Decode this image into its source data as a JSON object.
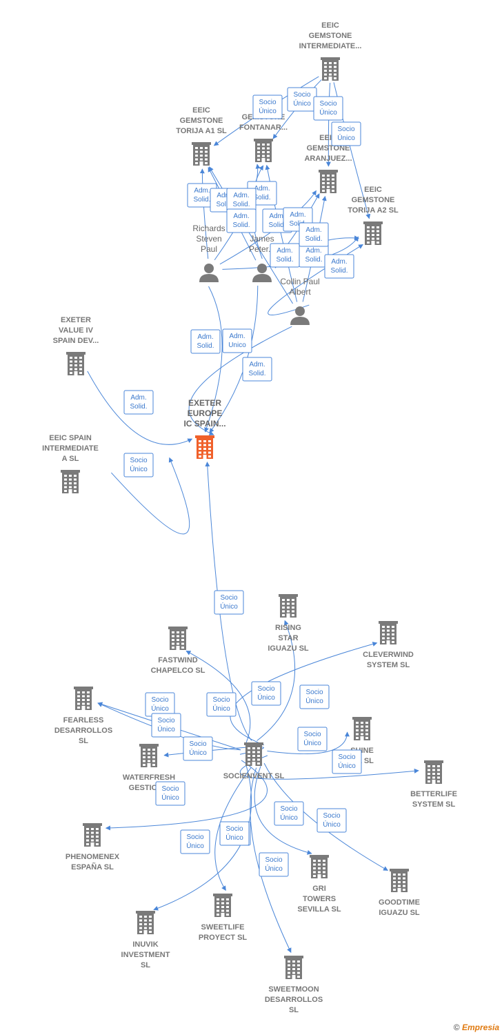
{
  "colors": {
    "edge": "#4a86d8",
    "company": "#7a7a7a",
    "main_company": "#f0602a",
    "person": "#7a7a7a"
  },
  "nodes": [
    {
      "id": "exeter_europe",
      "type": "company",
      "main": true,
      "label": [
        "EXETER",
        "EUROPE",
        "IC SPAIN..."
      ]
    },
    {
      "id": "eeic_int",
      "type": "company",
      "label": [
        "EEIC",
        "GEMSTONE",
        "INTERMEDIATE..."
      ]
    },
    {
      "id": "torija_a1",
      "type": "company",
      "label": [
        "EEIC",
        "GEMSTONE",
        "TORIJA A1  SL"
      ]
    },
    {
      "id": "fontanar",
      "type": "company",
      "label": [
        "EEIC",
        "GEMSTONE",
        "FONTANAR..."
      ]
    },
    {
      "id": "aranjuez",
      "type": "company",
      "label": [
        "EEIC",
        "GEMSTONE",
        "ARANJUEZ..."
      ]
    },
    {
      "id": "torija_a2",
      "type": "company",
      "label": [
        "EEIC",
        "GEMSTONE",
        "TORIJA A2  SL"
      ]
    },
    {
      "id": "richards",
      "type": "person",
      "label": [
        "Richards",
        "Steven",
        "Paul"
      ]
    },
    {
      "id": "james",
      "type": "person",
      "label": [
        "James",
        "Peter..."
      ]
    },
    {
      "id": "collin",
      "type": "person",
      "label": [
        "Collin Paul",
        "Albert"
      ]
    },
    {
      "id": "exeter_value",
      "type": "company",
      "label": [
        "EXETER",
        "VALUE IV",
        "SPAIN DEV..."
      ]
    },
    {
      "id": "eeic_spain",
      "type": "company",
      "label": [
        "EEIC SPAIN",
        "INTERMEDIATE",
        "A  SL"
      ]
    },
    {
      "id": "socienvent",
      "type": "company",
      "label": [
        "SOCIENVENT SL"
      ]
    },
    {
      "id": "rising",
      "type": "company",
      "label": [
        "RISING",
        "STAR",
        "IGUAZU SL"
      ]
    },
    {
      "id": "fastwind",
      "type": "company",
      "label": [
        "FASTWIND",
        "CHAPELCO  SL"
      ]
    },
    {
      "id": "cleverwind",
      "type": "company",
      "label": [
        "CLEVERWIND",
        "SYSTEM  SL"
      ]
    },
    {
      "id": "fearless",
      "type": "company",
      "label": [
        "FEARLESS",
        "DESARROLLOS",
        "SL"
      ]
    },
    {
      "id": "shine",
      "type": "company",
      "label": [
        "SHINE",
        "...A  SL"
      ]
    },
    {
      "id": "waterfresh",
      "type": "company",
      "label": [
        "WATERFRESH",
        "GESTION..."
      ]
    },
    {
      "id": "betterlife",
      "type": "company",
      "label": [
        "BETTERLIFE",
        "SYSTEM  SL"
      ]
    },
    {
      "id": "phenomenex",
      "type": "company",
      "label": [
        "PHENOMENEX",
        "ESPAÑA  SL"
      ]
    },
    {
      "id": "goodtime",
      "type": "company",
      "label": [
        "GOODTIME",
        "IGUAZU  SL"
      ]
    },
    {
      "id": "gri",
      "type": "company",
      "label": [
        "GRI",
        "TOWERS",
        "SEVILLA  SL"
      ]
    },
    {
      "id": "sweetlife",
      "type": "company",
      "label": [
        "SWEETLIFE",
        "PROYECT  SL"
      ]
    },
    {
      "id": "inuvik",
      "type": "company",
      "label": [
        "INUVIK",
        "INVESTMENT",
        "SL"
      ]
    },
    {
      "id": "sweetmoon",
      "type": "company",
      "label": [
        "SWEETMOON",
        "DESARROLLOS",
        "SL"
      ]
    }
  ],
  "edges": [
    {
      "from": "eeic_int",
      "to": "torija_a1",
      "label": [
        "Socio",
        "Único"
      ]
    },
    {
      "from": "eeic_int",
      "to": "fontanar",
      "label": [
        "Socio",
        "Único"
      ]
    },
    {
      "from": "eeic_int",
      "to": "aranjuez",
      "label": [
        "Socio",
        "Único"
      ]
    },
    {
      "from": "eeic_int",
      "to": "torija_a2",
      "label": [
        "Socio",
        "Único"
      ]
    },
    {
      "from": "richards",
      "to": "torija_a1",
      "label": [
        "Adm.",
        "Solid."
      ]
    },
    {
      "from": "richards",
      "to": "fontanar",
      "label": [
        "Adm.",
        "Solid."
      ]
    },
    {
      "from": "james",
      "to": "torija_a1",
      "label": [
        "Adm.",
        "Solid."
      ]
    },
    {
      "from": "james",
      "to": "fontanar",
      "label": [
        "Adm.",
        "Solid."
      ]
    },
    {
      "from": "collin",
      "to": "torija_a1",
      "label": [
        "Adm.",
        "Solid."
      ]
    },
    {
      "from": "collin",
      "to": "fontanar",
      "label": [
        "Adm.",
        "Solid."
      ]
    },
    {
      "from": "richards",
      "to": "aranjuez",
      "label": [
        "Adm.",
        "Solid."
      ]
    },
    {
      "from": "james",
      "to": "aranjuez",
      "label": [
        "Adm.",
        "Solid."
      ]
    },
    {
      "from": "collin",
      "to": "aranjuez",
      "label": [
        "Adm.",
        "Solid."
      ]
    },
    {
      "from": "richards",
      "to": "torija_a2",
      "label": [
        "Adm.",
        "Solid."
      ]
    },
    {
      "from": "james",
      "to": "torija_a2",
      "label": [
        "Adm.",
        "Solid."
      ]
    },
    {
      "from": "collin",
      "to": "torija_a2",
      "label": [
        "Adm.",
        "Solid."
      ]
    },
    {
      "from": "richards",
      "to": "exeter_europe",
      "label": [
        "Adm.",
        "Unico"
      ]
    },
    {
      "from": "james",
      "to": "exeter_europe",
      "label": [
        "Adm.",
        "Solid."
      ]
    },
    {
      "from": "collin",
      "to": "exeter_europe",
      "label": [
        "Adm.",
        "Solid."
      ]
    },
    {
      "from": "exeter_value",
      "to": "exeter_europe",
      "label": [
        "Socio",
        "Único"
      ]
    },
    {
      "from": "exeter_europe",
      "to": "eeic_spain",
      "label": [
        "Socio",
        "Único"
      ],
      "reverse": true
    },
    {
      "from": "socienvent",
      "to": "exeter_europe",
      "label": [
        "Socio",
        "Único"
      ]
    },
    {
      "from": "socienvent",
      "to": "fastwind",
      "label": [
        "Socio",
        "Único"
      ]
    },
    {
      "from": "socienvent",
      "to": "rising",
      "label": [
        "Socio",
        "Único"
      ]
    },
    {
      "from": "socienvent",
      "to": "cleverwind",
      "label": [
        "Socio",
        "Único"
      ]
    },
    {
      "from": "socienvent",
      "to": "fearless",
      "label": [
        "Socio",
        "Único"
      ]
    },
    {
      "from": "socienvent",
      "to": "fearless",
      "label": [
        "Socio",
        "Único"
      ],
      "alt": true
    },
    {
      "from": "socienvent",
      "to": "waterfresh",
      "label": [
        "Socio",
        "Único"
      ]
    },
    {
      "from": "socienvent",
      "to": "shine",
      "label": [
        "Socio",
        "Único"
      ]
    },
    {
      "from": "socienvent",
      "to": "betterlife",
      "label": [
        "Socio",
        "Único"
      ]
    },
    {
      "from": "socienvent",
      "to": "phenomenex",
      "label": [
        "Socio",
        "Único"
      ]
    },
    {
      "from": "socienvent",
      "to": "goodtime",
      "label": [
        "Socio",
        "Único"
      ]
    },
    {
      "from": "socienvent",
      "to": "gri",
      "label": [
        "Socio",
        "Único"
      ]
    },
    {
      "from": "socienvent",
      "to": "sweetlife",
      "label": [
        "Socio",
        "Único"
      ]
    },
    {
      "from": "socienvent",
      "to": "inuvik",
      "label": [
        "Socio",
        "Único"
      ]
    },
    {
      "from": "socienvent",
      "to": "sweetmoon",
      "label": [
        "Socio",
        "Único"
      ]
    }
  ],
  "footer": {
    "copyright": "©",
    "brand": "Empresia"
  }
}
